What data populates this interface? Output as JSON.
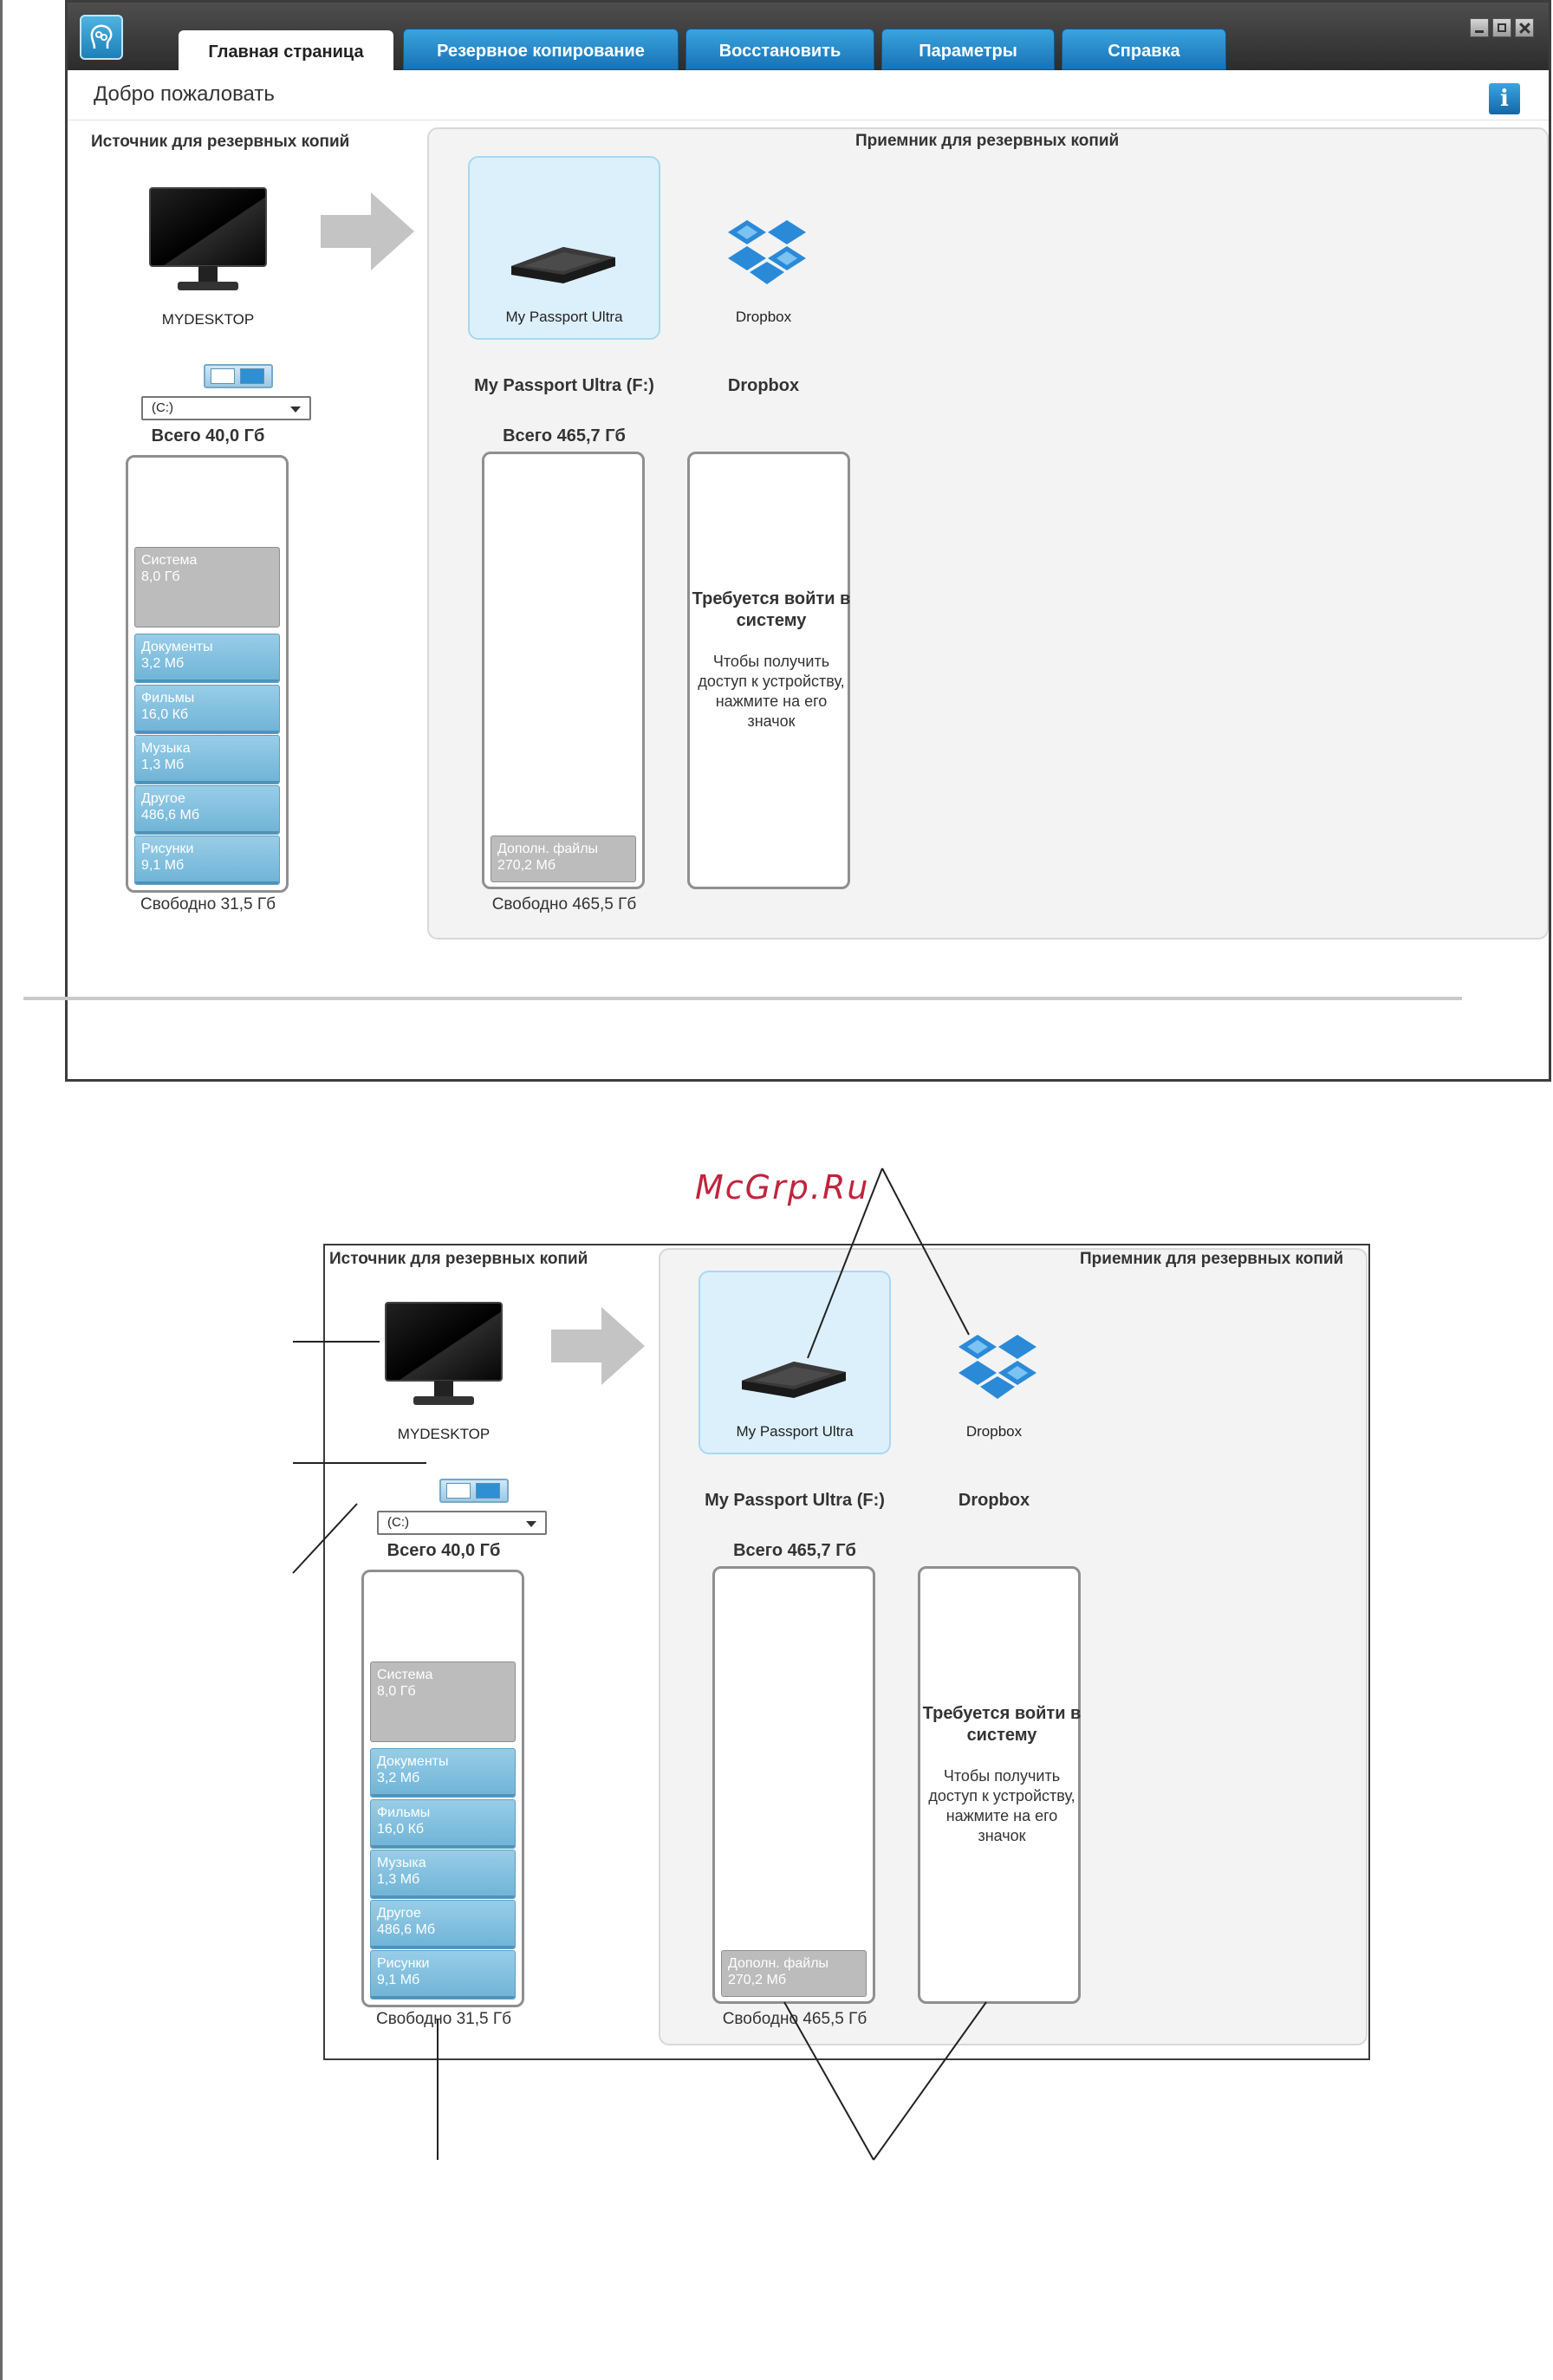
{
  "window": {
    "tabs": [
      "Главная страница",
      "Резервное копирование",
      "Восстановить",
      "Параметры",
      "Справка"
    ],
    "active_tab": "Главная страница",
    "welcome": "Добро пожаловать",
    "info_icon": "i"
  },
  "backup": {
    "source_title": "Источник для резервных копий",
    "dest_title": "Приемник для резервных копий",
    "computer_name": "MYDESKTOP",
    "drive_selected": "(C:)",
    "source_total": "Всего 40,0 Гб",
    "source_free": "Свободно 31,5 Гб",
    "categories": [
      {
        "name": "Система",
        "size": "8,0 Гб"
      },
      {
        "name": "Документы",
        "size": "3,2 Мб"
      },
      {
        "name": "Фильмы",
        "size": "16,0 Кб"
      },
      {
        "name": "Музыка",
        "size": "1,3 Мб"
      },
      {
        "name": "Другое",
        "size": "486,6 Мб"
      },
      {
        "name": "Рисунки",
        "size": "9,1 Мб"
      }
    ],
    "device1_label": "My Passport Ultra",
    "device1_full": "My Passport Ultra (F:)",
    "device1_total": "Всего 465,7 Гб",
    "device1_free": "Свободно 465,5 Гб",
    "device1_extra_name": "Дополн. файлы",
    "device1_extra_size": "270,2 Мб",
    "device2_label": "Dropbox",
    "device2_full": "Dropbox",
    "login_title": "Требуется войти в систему",
    "login_body": "Чтобы получить доступ к устройству, нажмите на его значок"
  },
  "figure": {
    "watermark": "McGrp.Ru"
  },
  "colors": {
    "tab_blue": "#1f86c8",
    "selected_device_bg": "#dcf0fc",
    "category_blue": "#7fbfe0",
    "category_gray": "#bcbcbc",
    "watermark_red": "#c0243d"
  }
}
